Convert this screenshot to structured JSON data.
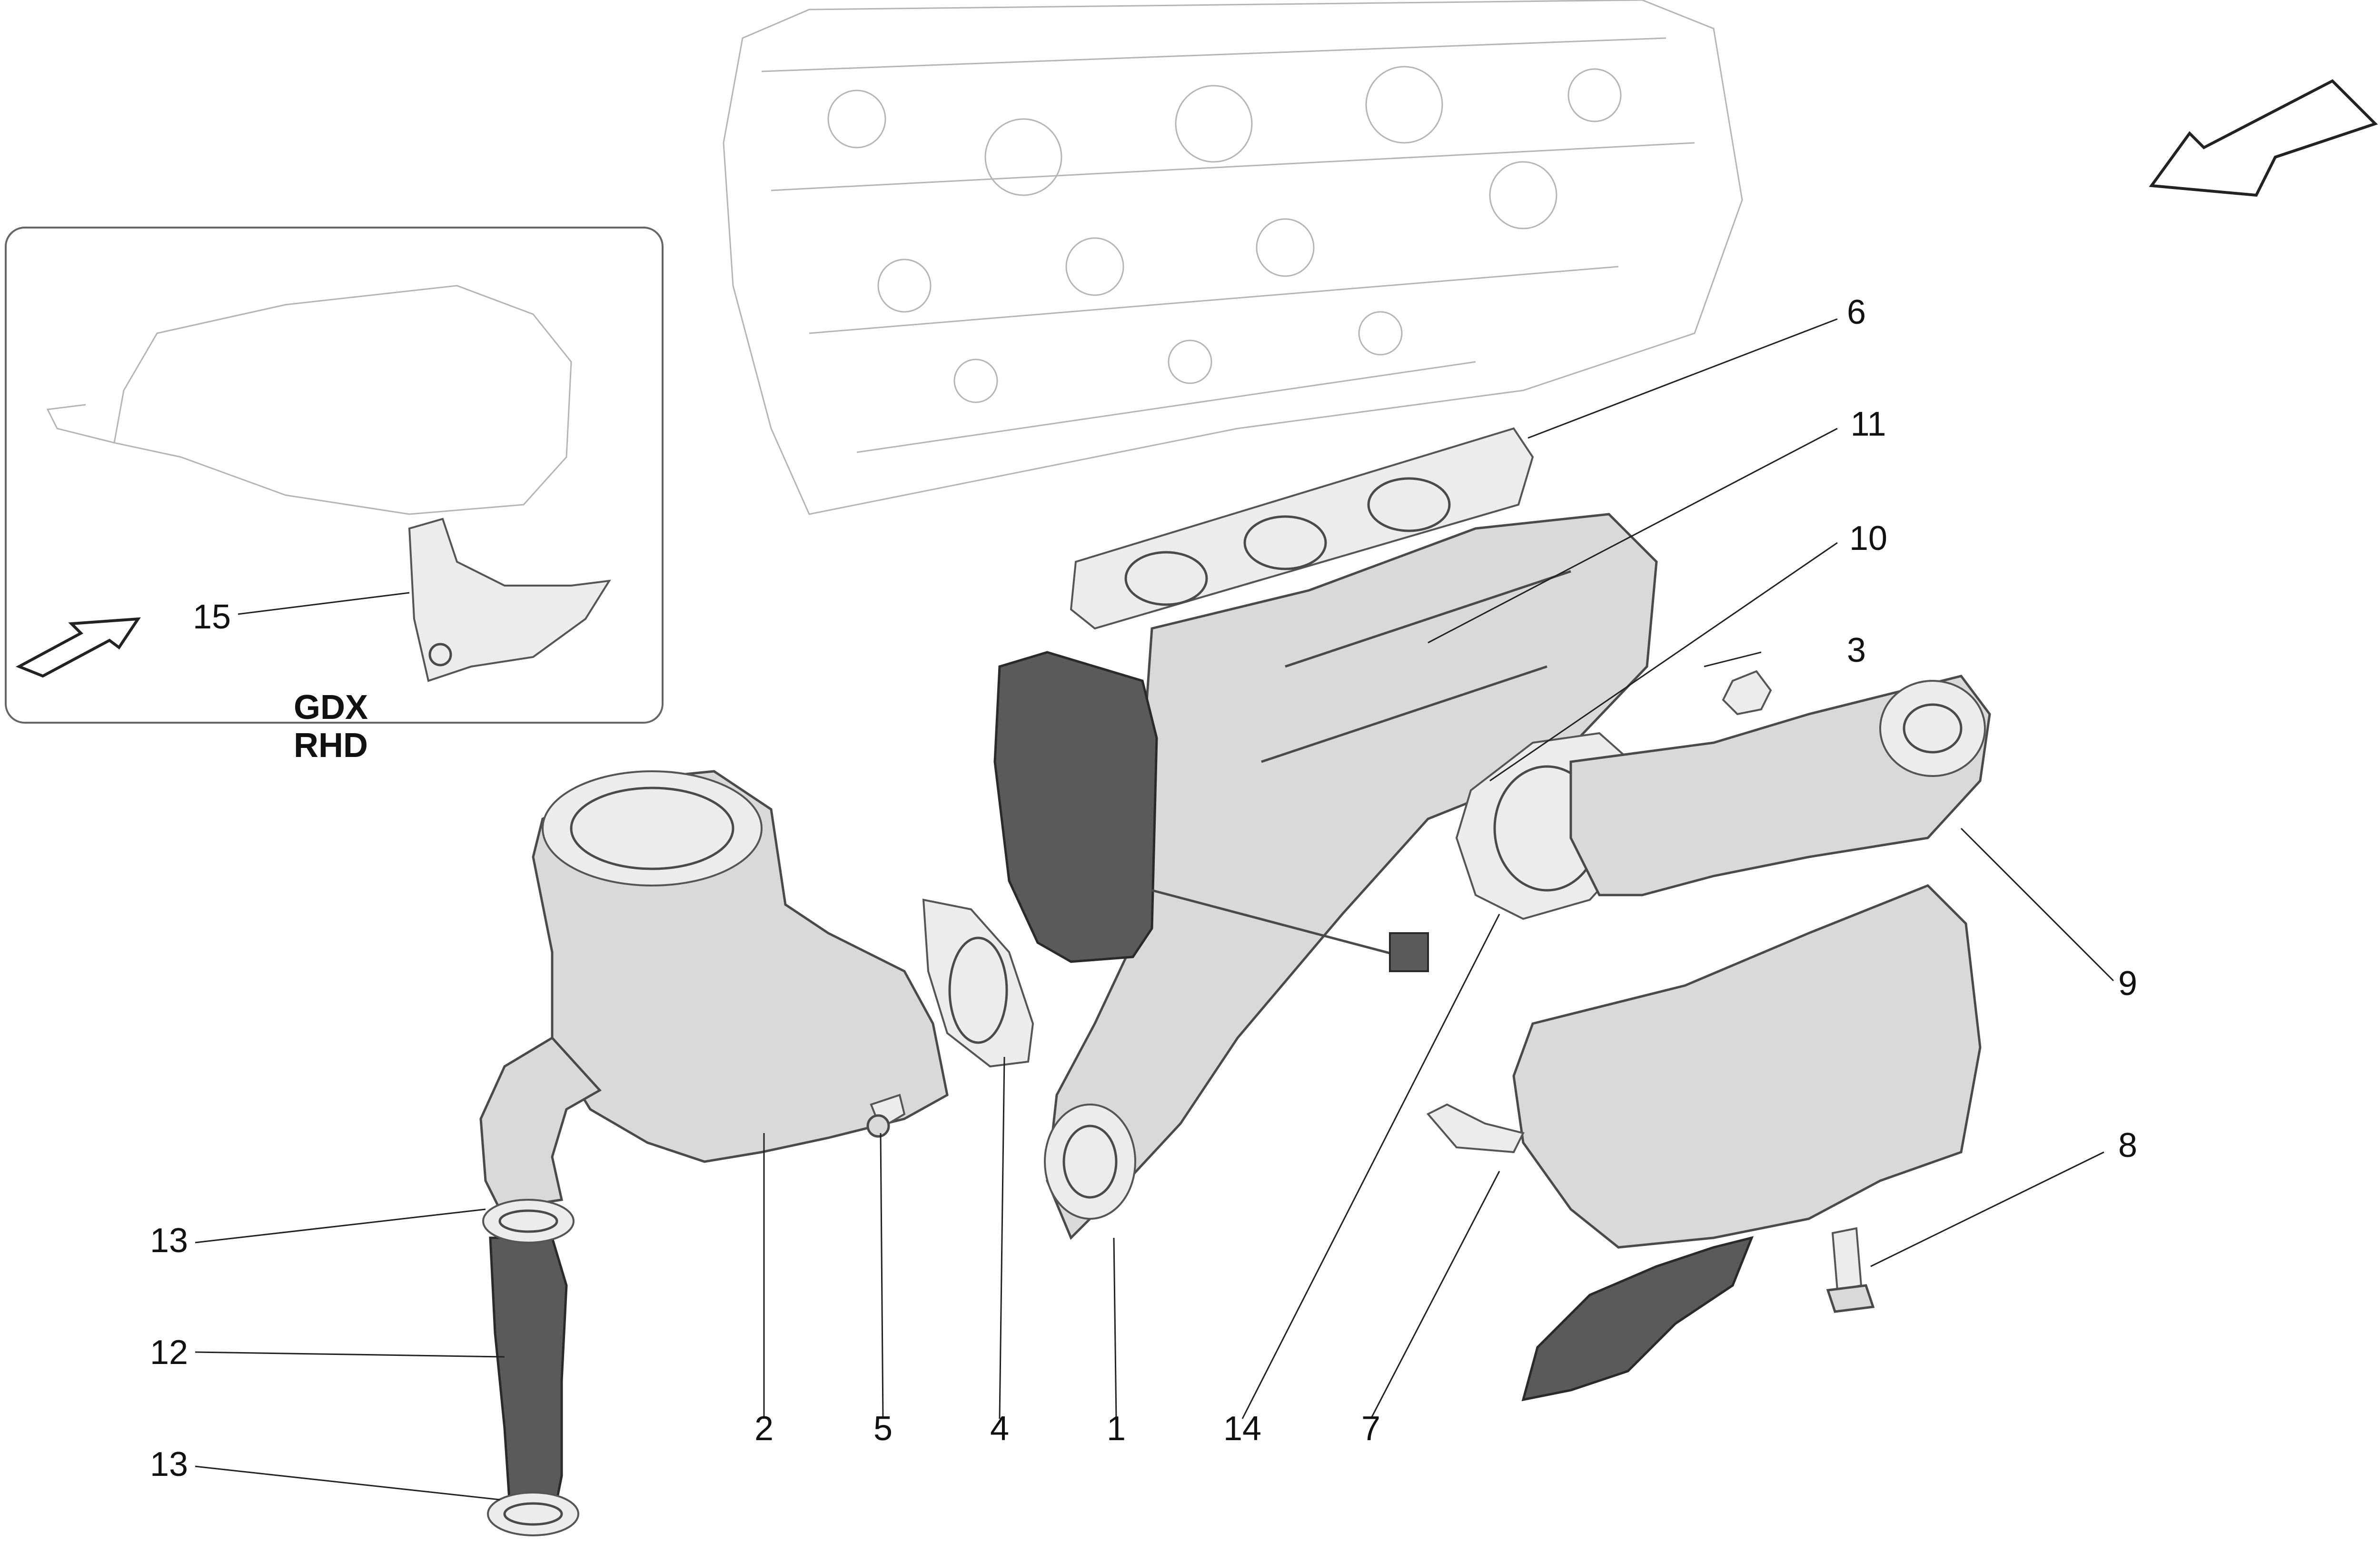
{
  "inset": {
    "caption_line1": "GDX",
    "caption_line2": "RHD"
  },
  "callouts": {
    "c1": "1",
    "c2": "2",
    "c3": "3",
    "c4": "4",
    "c5": "5",
    "c6": "6",
    "c7": "7",
    "c8": "8",
    "c9": "9",
    "c10": "10",
    "c11": "11",
    "c12": "12",
    "c13a": "13",
    "c13b": "13",
    "c14": "14",
    "c15": "15"
  },
  "colors": {
    "part_fill": "#d9d9d9",
    "part_dark": "#5a5a5a",
    "outline": "#4a4a4a",
    "engine_line": "#b5b5b5"
  },
  "icons": {
    "direction_arrow_main": "direction-arrow-icon",
    "direction_arrow_inset": "direction-arrow-icon"
  }
}
